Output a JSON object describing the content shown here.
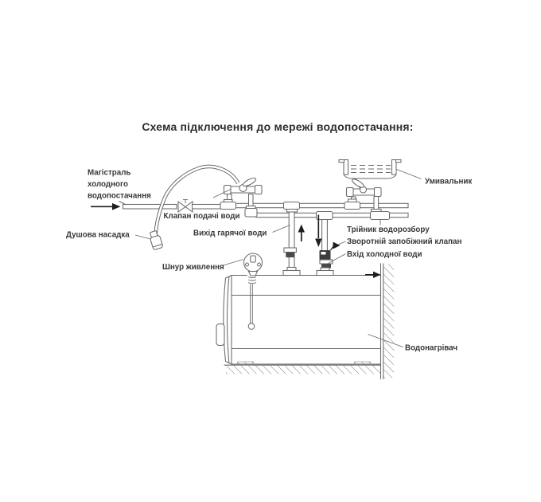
{
  "title": "Схема підключення до мережі водопостачання:",
  "labels": {
    "cold_main_line1": "Магістраль",
    "cold_main_line2": "холодного",
    "cold_main_line3": "водопостачання",
    "shower_head": "Душова насадка",
    "supply_valve": "Клапан подачі води",
    "hot_water_out": "Вихід гарячої води",
    "tee": "Трійник водорозбору",
    "check_valve": "Зворотній запобіжний клапан",
    "cold_water_in": "Вхід холодної води",
    "power_cord": "Шнур живлення",
    "sink": "Умивальник",
    "heater": "Водонагрівач"
  },
  "colors": {
    "background": "#ffffff",
    "line": "#6a6a6a",
    "dark": "#1e1e1e",
    "text": "#383838"
  }
}
